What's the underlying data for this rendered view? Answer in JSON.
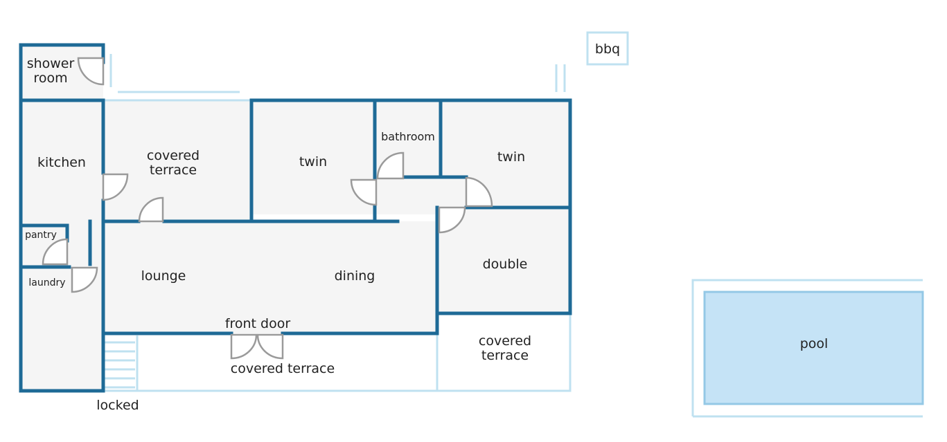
{
  "rooms": {
    "shower_room_line1": "shower",
    "shower_room_line2": "room",
    "kitchen": "kitchen",
    "covered_terrace_top_line1": "covered",
    "covered_terrace_top_line2": "terrace",
    "twin_left": "twin",
    "bathroom": "bathroom",
    "twin_right": "twin",
    "pantry": "pantry",
    "laundry": "laundry",
    "lounge": "lounge",
    "dining": "dining",
    "double": "double",
    "front_door": "front door",
    "covered_terrace_bottom": "covered terrace",
    "covered_terrace_right_line1": "covered",
    "covered_terrace_right_line2": "terrace",
    "locked": "locked",
    "bbq": "bbq",
    "pool": "pool"
  },
  "colors": {
    "wall": "#1e6a96",
    "outline": "#bfe1f0",
    "room_fill": "#f5f5f5",
    "pool_fill": "#c5e3f6",
    "door": "#9a9a9a"
  }
}
